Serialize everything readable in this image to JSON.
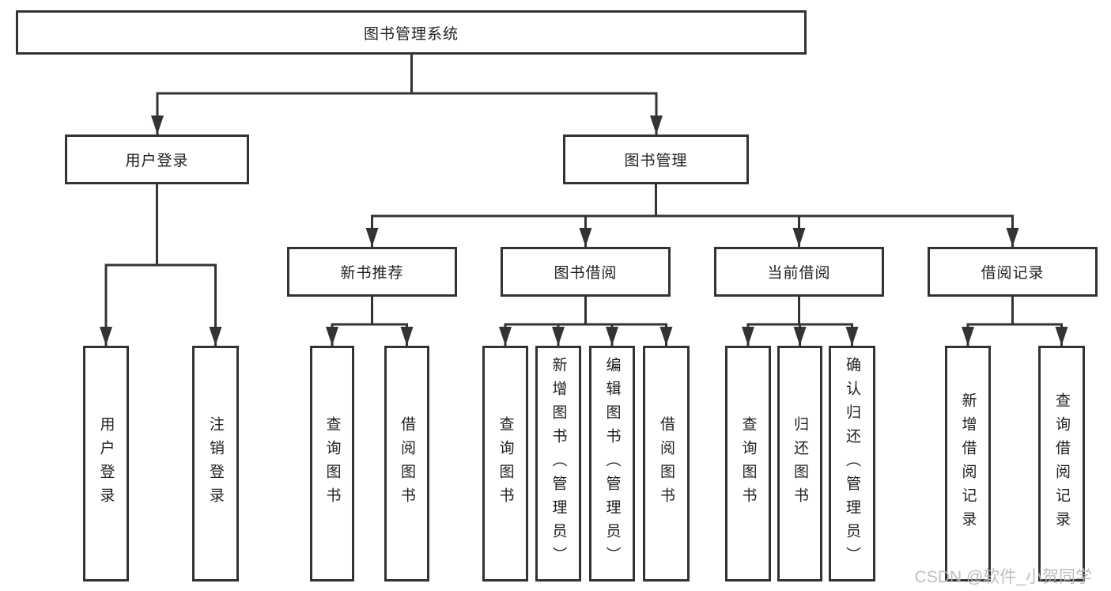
{
  "tree": {
    "root": {
      "label": "图书管理系统",
      "children": [
        {
          "label": "用户登录",
          "children": [
            {
              "label": "用户登录"
            },
            {
              "label": "注销登录"
            }
          ]
        },
        {
          "label": "图书管理",
          "children": [
            {
              "label": "新书推荐",
              "children": [
                {
                  "label": "查询图书"
                },
                {
                  "label": "借阅图书"
                }
              ]
            },
            {
              "label": "图书借阅",
              "children": [
                {
                  "label": "查询图书"
                },
                {
                  "label": "新增图书（管理员）"
                },
                {
                  "label": "编辑图书（管理员）"
                },
                {
                  "label": "借阅图书"
                }
              ]
            },
            {
              "label": "当前借阅",
              "children": [
                {
                  "label": "查询图书"
                },
                {
                  "label": "归还图书"
                },
                {
                  "label": "确认归还（管理员）"
                }
              ]
            },
            {
              "label": "借阅记录",
              "children": [
                {
                  "label": "新增借阅记录"
                },
                {
                  "label": "查询借阅记录"
                }
              ]
            }
          ]
        }
      ]
    }
  },
  "watermark": {
    "text": "CSDN @软件_小贺同学"
  },
  "colors": {
    "line": "#333333",
    "box_border": "#333333",
    "text": "#1f1f1f",
    "watermark": "#b9b9b9",
    "background": "#ffffff"
  }
}
